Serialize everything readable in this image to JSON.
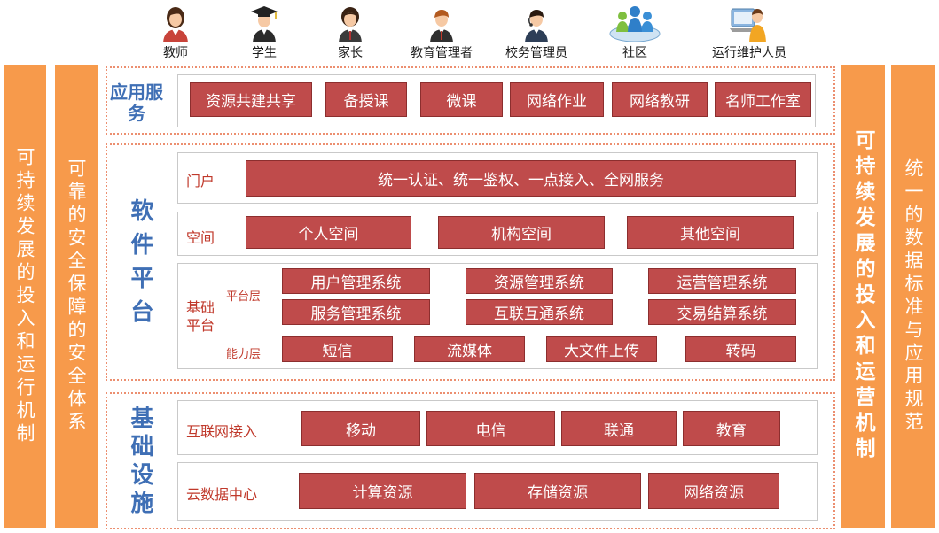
{
  "users": [
    {
      "label": "教师",
      "icon": "teacher-icon"
    },
    {
      "label": "学生",
      "icon": "student-icon"
    },
    {
      "label": "家长",
      "icon": "parent-icon"
    },
    {
      "label": "教育管理者",
      "icon": "education-manager-icon"
    },
    {
      "label": "校务管理员",
      "icon": "school-admin-icon"
    },
    {
      "label": "社区",
      "icon": "community-icon"
    },
    {
      "label": "运行维护人员",
      "icon": "maintenance-staff-icon"
    }
  ],
  "pillars": {
    "left_outer": "可持续发展的投入和运行机制",
    "left_inner": "可靠的安全保障的安全体系",
    "right_inner": "可持续发展的投入和运营机制",
    "right_outer": "统一的数据标准与应用规范"
  },
  "app_services": {
    "title": "应用服务",
    "items": [
      "资源共建共享",
      "备授课",
      "微课",
      "网络作业",
      "网络教研",
      "名师工作室"
    ]
  },
  "software_platform": {
    "title": "软件平台",
    "portal": {
      "label": "门户",
      "item": "统一认证、统一鉴权、一点接入、全网服务"
    },
    "space": {
      "label": "空间",
      "items": [
        "个人空间",
        "机构空间",
        "其他空间"
      ]
    },
    "base": {
      "label": "基础平台",
      "platform_layer": {
        "label": "平台层",
        "items": [
          "用户管理系统",
          "资源管理系统",
          "运营管理系统",
          "服务管理系统",
          "互联互通系统",
          "交易结算系统"
        ]
      },
      "capability_layer": {
        "label": "能力层",
        "items": [
          "短信",
          "流媒体",
          "大文件上传",
          "转码"
        ]
      }
    }
  },
  "infrastructure": {
    "title": "基础设施",
    "internet": {
      "label": "互联网接入",
      "items": [
        "移动",
        "电信",
        "联通",
        "教育"
      ]
    },
    "cloud": {
      "label": "云数据中心",
      "items": [
        "计算资源",
        "存储资源",
        "网络资源"
      ]
    }
  },
  "colors": {
    "pillar": "#f79a4b",
    "box_red": "#bf4b4b",
    "title_blue": "#3f6fb5",
    "label_red": "#c0392b",
    "dotted_border": "#ec8f70"
  }
}
